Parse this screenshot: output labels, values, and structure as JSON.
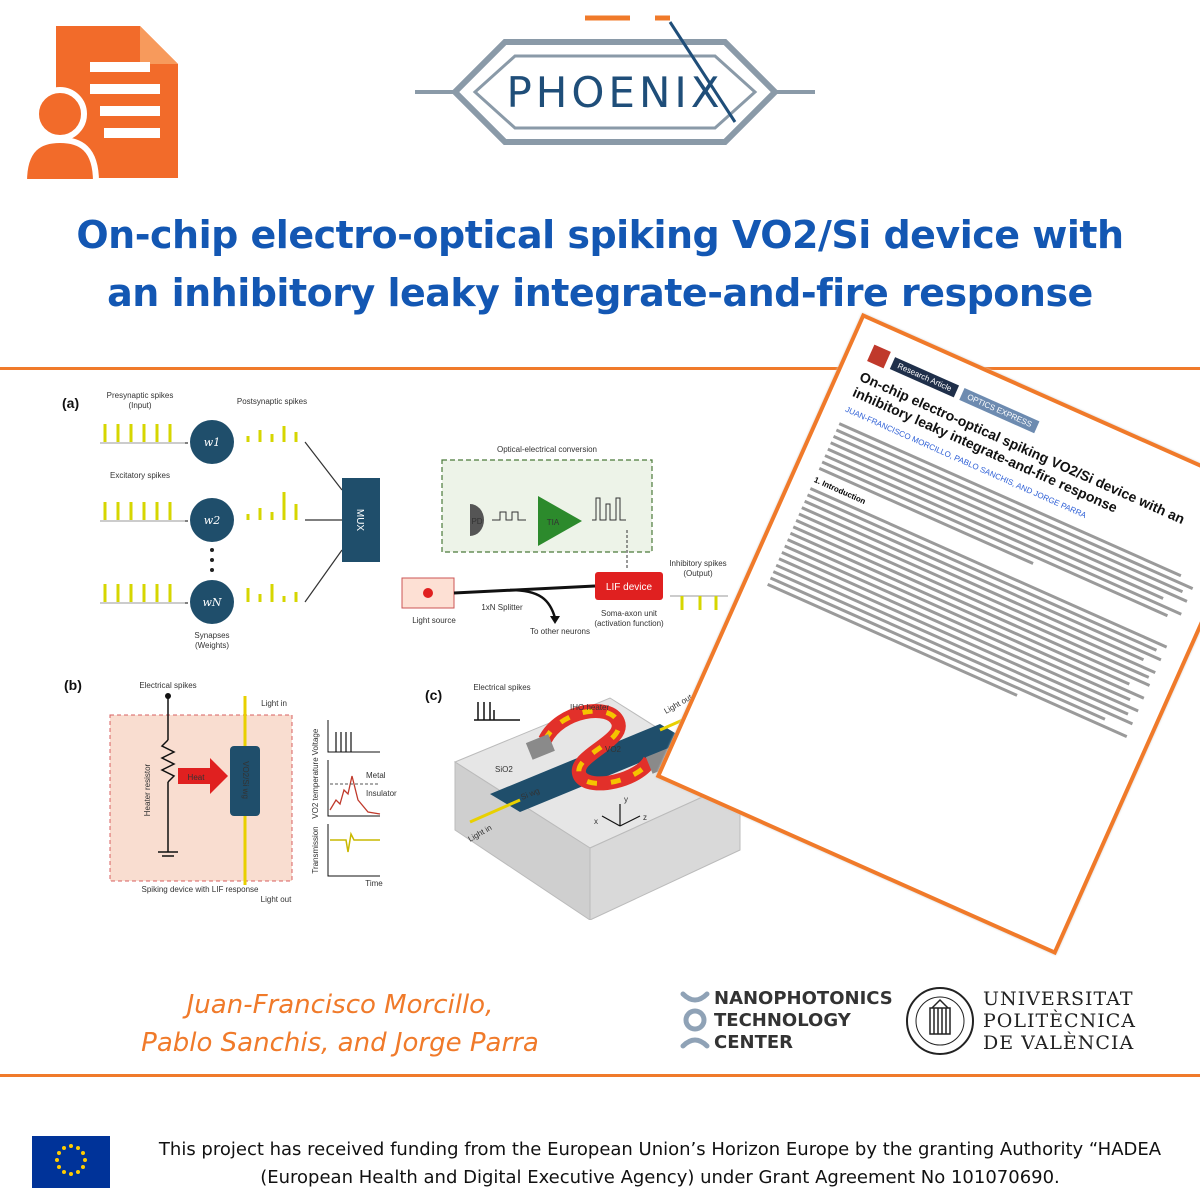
{
  "project": {
    "logo_text": "PHOENIX"
  },
  "title": {
    "line1": "On-chip electro-optical spiking VO2/Si device with",
    "line2": "an inhibitory leaky integrate-and-fire response"
  },
  "figure": {
    "panel_a": {
      "label": "(a)",
      "presynaptic": "Presynaptic spikes",
      "presynaptic_sub": "(Input)",
      "postsynaptic": "Postsynaptic spikes",
      "excitatory": "Excitatory spikes",
      "weights": [
        "w1",
        "w2",
        "wN"
      ],
      "synapses": "Synapses",
      "synapses_sub": "(Weights)",
      "mux": "MUX",
      "conversion": "Optical-electrical conversion",
      "pd": "PD",
      "tia": "TIA",
      "lif": "LIF device",
      "inhibitory": "Inhibitory spikes",
      "inhibitory_sub": "(Output)",
      "light_source": "Light source",
      "splitter": "1xN Splitter",
      "other_neurons": "To other neurons",
      "soma": "Soma-axon unit",
      "soma_sub": "(activation function)"
    },
    "panel_b": {
      "label": "(b)",
      "electrical": "Electrical spikes",
      "light_in": "Light in",
      "light_out": "Light out",
      "heater": "Heater resistor",
      "heat": "Heat",
      "wg": "VO2/Si wg",
      "device": "Spiking device with LIF response",
      "voltage": "Voltage",
      "temperature": "VO2 temperature",
      "metal": "Metal",
      "insulator": "Insulator",
      "transmission": "Transmission",
      "time": "Time"
    },
    "panel_c": {
      "label": "(c)",
      "electrical": "Electrical spikes",
      "heater": "IHO heater",
      "light_in": "Light in",
      "light_out": "Light out",
      "sio2": "SiO2",
      "si_wg": "Si wg",
      "vo2": "VO2"
    }
  },
  "paper": {
    "header": "Research Article",
    "journal": "OPTICS EXPRESS",
    "title": "On-chip electro-optical spiking VO2/Si device with an inhibitory leaky integrate-and-fire response",
    "authors": "JUAN-FRANCISCO MORCILLO, PABLO SANCHIS, AND JORGE PARRA",
    "section": "1. Introduction"
  },
  "authors": {
    "line1": "Juan-Francisco Morcillo,",
    "line2": "Pablo Sanchis, and Jorge Parra"
  },
  "logos": {
    "ntc": [
      "NANOPHOTONICS",
      "TECHNOLOGY",
      "CENTER"
    ],
    "upv": [
      "UNIVERSITAT",
      "POLITÈCNICA",
      "DE VALÈNCIA"
    ]
  },
  "footer": {
    "line1": "This project has received funding from the European Union’s Horizon Europe by the granting Authority “HADEA",
    "line2": "(European Health and Digital Executive Agency) under Grant Agreement No 101070690."
  },
  "colors": {
    "title_blue": "#1357b3",
    "accent_orange": "#f07a2a",
    "eu_blue": "#003399",
    "eu_gold": "#ffcc00"
  }
}
